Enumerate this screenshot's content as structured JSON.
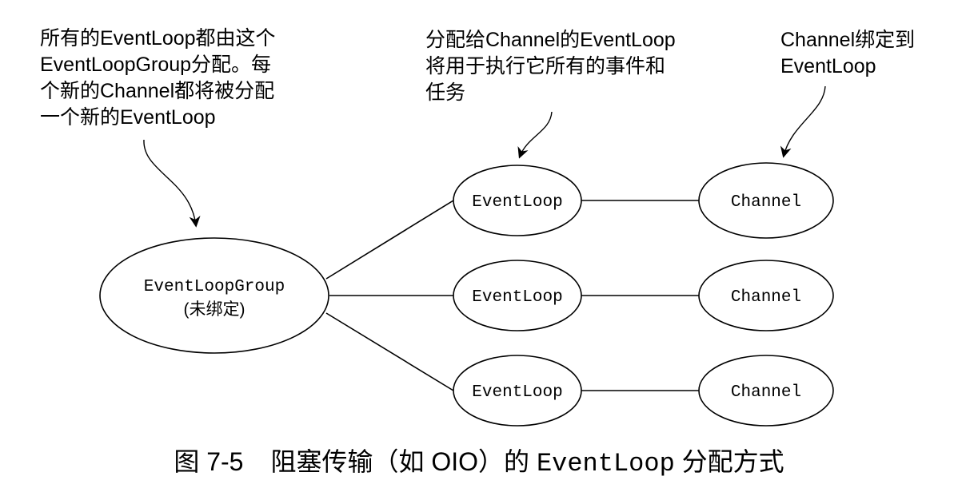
{
  "annotations": {
    "left": [
      "所有的EventLoop都由这个",
      "EventLoopGroup分配。每",
      "个新的Channel都将被分配",
      "一个新的EventLoop"
    ],
    "middle": [
      "分配给Channel的EventLoop",
      "将用于执行它所有的事件和",
      "任务"
    ],
    "right": [
      "Channel绑定到",
      "EventLoop"
    ]
  },
  "group": {
    "label": "EventLoopGroup",
    "sublabel": "(未绑定)"
  },
  "event_loops": [
    "EventLoop",
    "EventLoop",
    "EventLoop"
  ],
  "channels": [
    "Channel",
    "Channel",
    "Channel"
  ],
  "caption": {
    "prefix": "图 7-5",
    "title": "阻塞传输（如 OIO）的",
    "code": "EventLoop",
    "suffix": "分配方式"
  }
}
